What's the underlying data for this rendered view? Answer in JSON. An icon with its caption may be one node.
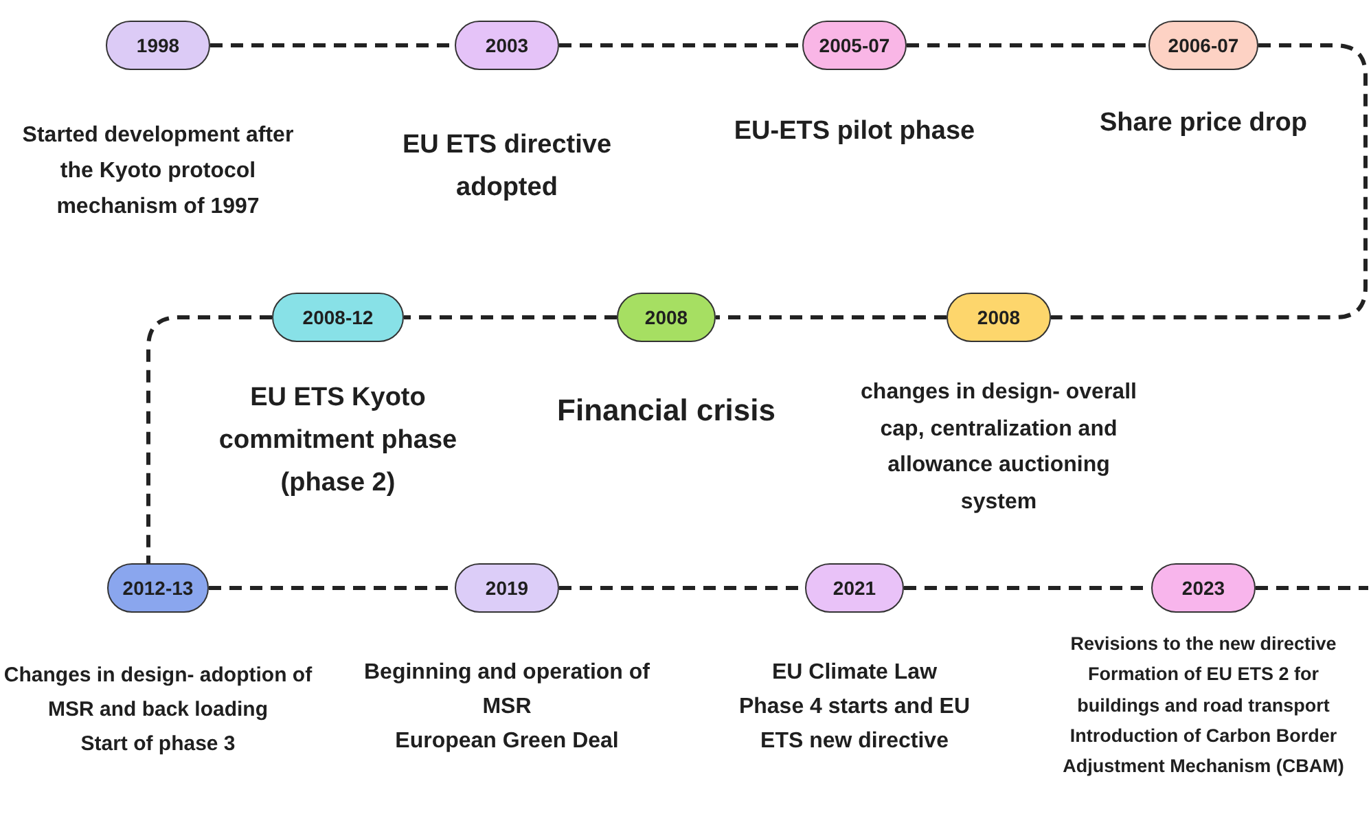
{
  "diagram": {
    "nodes": [
      {
        "text": [
          "1998"
        ],
        "beside": [
          "Started development after the Kyoto protocol mechanism of 1997"
        ]
      },
      {
        "text": [
          "2003"
        ],
        "beside": [
          "EU ETS directive adopted"
        ]
      },
      {
        "text": [
          "2005-07"
        ],
        "beside": [
          "EU-ETS pilot phase"
        ]
      },
      {
        "text": [
          "2006-07"
        ],
        "beside": [
          "Share price drop"
        ]
      },
      {
        "text": [
          "2008-12"
        ],
        "beside": [
          "EU ETS Kyoto commitment phase (phase 2)"
        ]
      },
      {
        "text": [
          "2008"
        ],
        "beside": [
          "Financial crisis"
        ]
      },
      {
        "text": [
          "2008"
        ],
        "beside": [
          "changes in design- overall cap, centralization and allowance auctioning system"
        ]
      },
      {
        "text": [
          "2012-13"
        ],
        "beside": [
          "Changes in design- adoption of MSR and back loading",
          "Start of phase 3"
        ]
      },
      {
        "text": [
          "2019"
        ],
        "beside": [
          "Beginning and operation of MSR",
          "European Green Deal"
        ]
      },
      {
        "text": [
          "2021"
        ],
        "beside": [
          "EU Climate Law",
          "Phase 4 starts and EU ETS new directive"
        ]
      },
      {
        "text": [
          "2023"
        ],
        "beside": [
          "Revisions to the new directive",
          "Formation of EU ETS 2 for buildings and road transport",
          "Introduction of Carbon Border Adjustment Mechanism (CBAM)"
        ]
      }
    ],
    "edges": [
      {
        "from": 0,
        "to": 1,
        "arrow": "none",
        "style": "dashed"
      },
      {
        "from": 1,
        "to": 2,
        "arrow": "none",
        "style": "dashed"
      },
      {
        "from": 2,
        "to": 3,
        "arrow": "none",
        "style": "dashed"
      },
      {
        "from": 3,
        "to": 6,
        "arrow": "none",
        "style": "dashed"
      },
      {
        "from": 6,
        "to": 5,
        "arrow": "none",
        "style": "dashed"
      },
      {
        "from": 5,
        "to": 4,
        "arrow": "none",
        "style": "dashed"
      },
      {
        "from": 4,
        "to": 7,
        "arrow": "none",
        "style": "dashed"
      },
      {
        "from": 7,
        "to": 8,
        "arrow": "none",
        "style": "dashed"
      },
      {
        "from": 8,
        "to": 9,
        "arrow": "none",
        "style": "dashed"
      },
      {
        "from": 9,
        "to": 10,
        "arrow": "none",
        "style": "dashed"
      },
      {
        "from": 10,
        "to": null,
        "arrow": "none",
        "style": "dashed"
      }
    ]
  }
}
